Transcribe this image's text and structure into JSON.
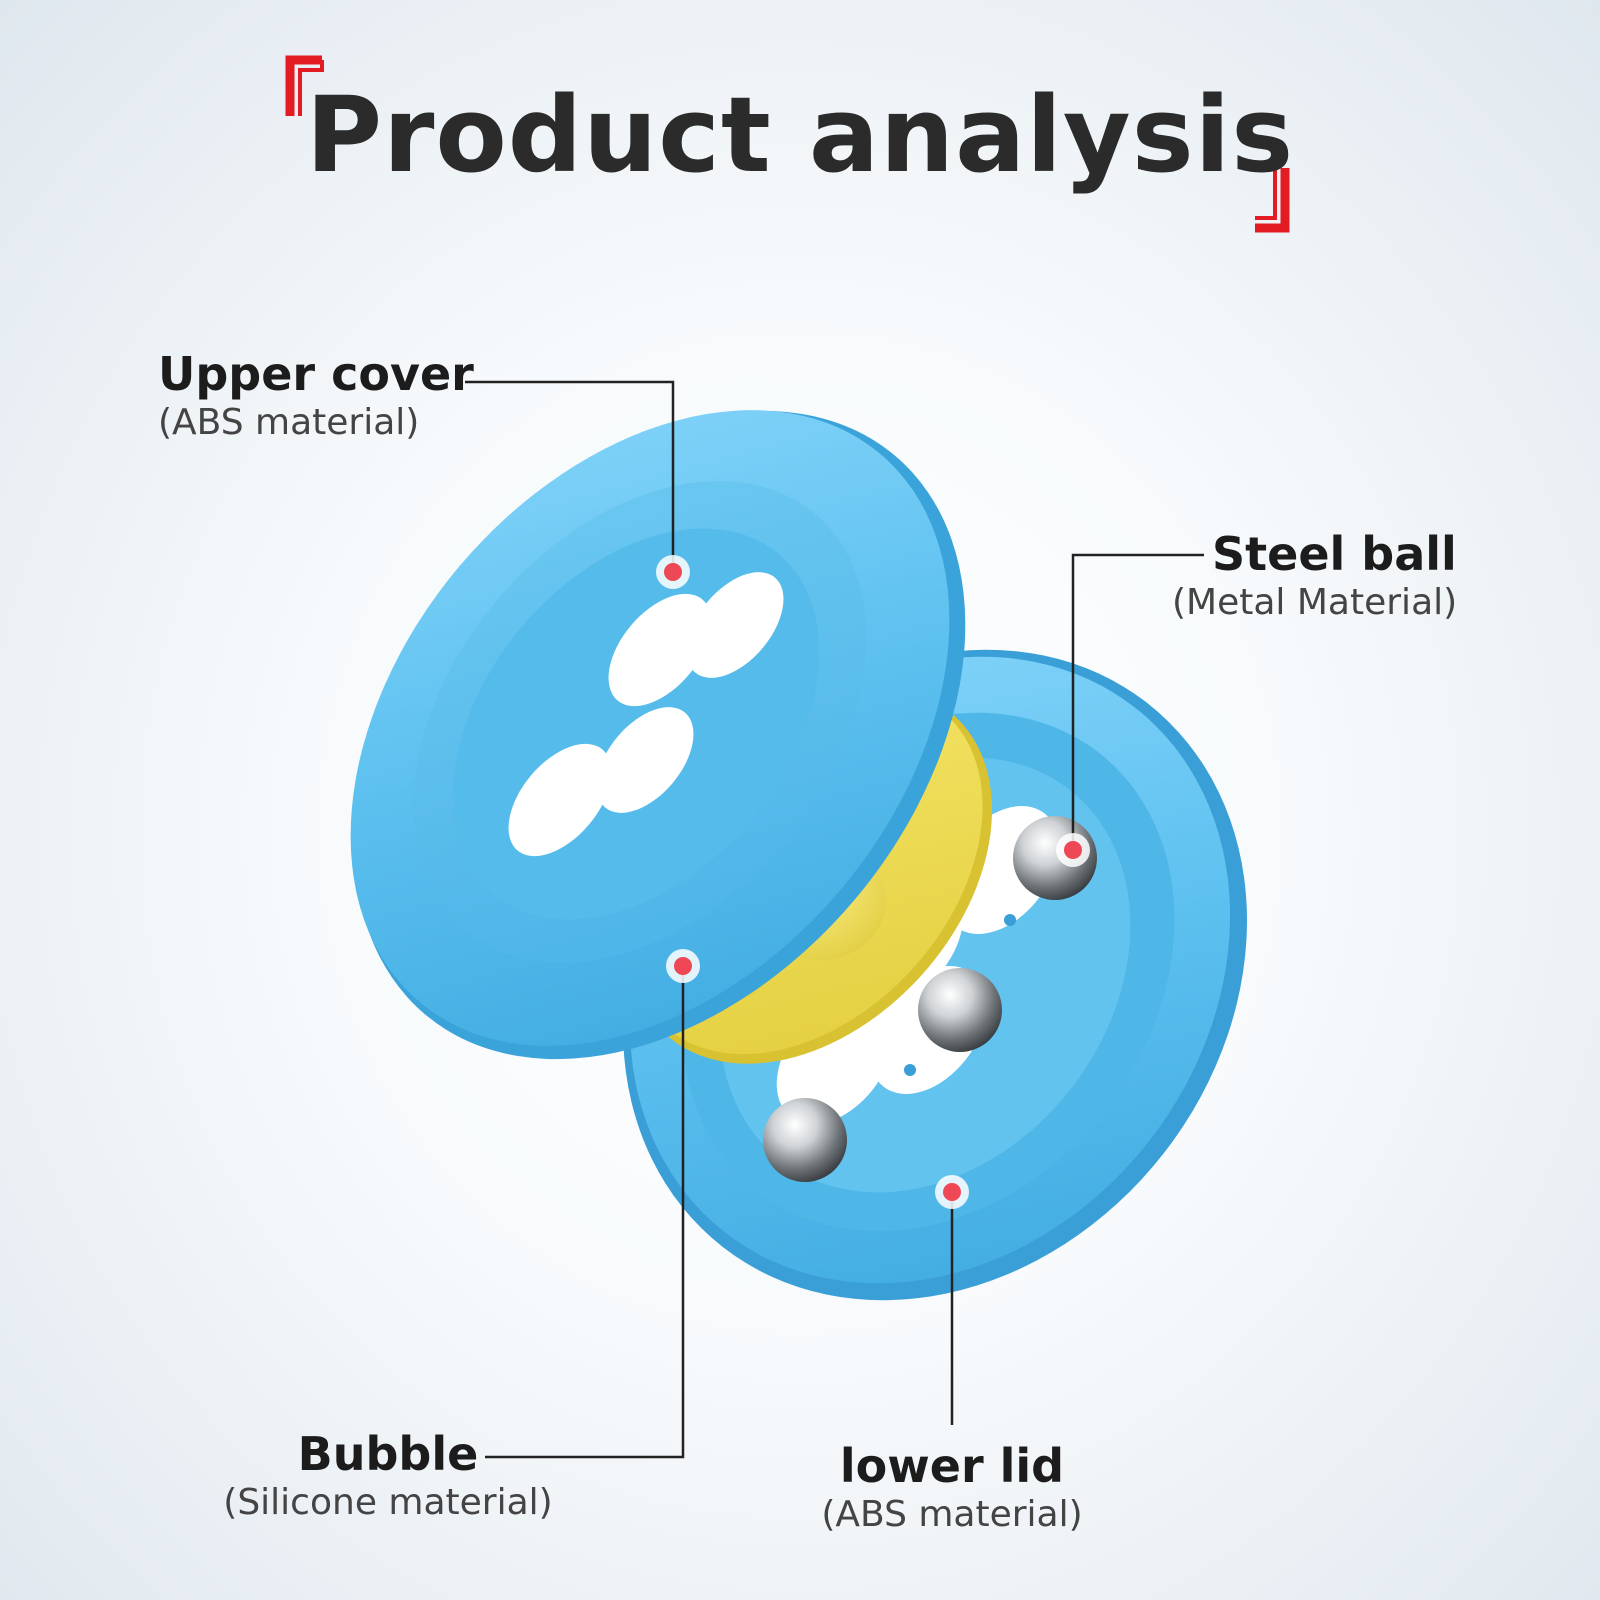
{
  "title": "Product analysis",
  "colors": {
    "accent_red": "#e31b23",
    "part_blue": "#5ec2ee",
    "part_yellow": "#eedd52",
    "marker_red": "#ee4856"
  },
  "labels": {
    "upper_cover": {
      "name": "Upper cover",
      "material": "(ABS material)"
    },
    "steel_ball": {
      "name": "Steel ball",
      "material": "(Metal Material)"
    },
    "bubble": {
      "name": "Bubble",
      "material": "(Silicone material)"
    },
    "lower_lid": {
      "name": "lower lid",
      "material": "(ABS material)"
    }
  }
}
